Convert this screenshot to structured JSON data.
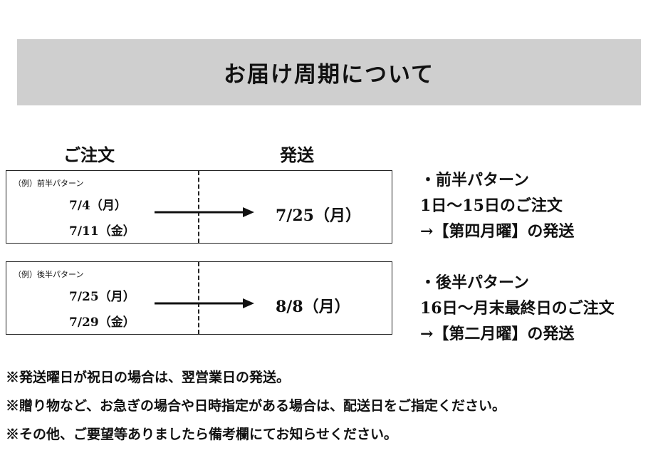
{
  "title": "お届け周期について",
  "columns": {
    "order_label": "ご注文",
    "ship_label": "発送"
  },
  "patterns": [
    {
      "tag": "（例）前半パターン",
      "order_dates": [
        "7/4（月）",
        "7/11（金）"
      ],
      "ship_date": "7/25（月）",
      "description": [
        "・前半パターン",
        "1日～15日のご注文",
        "→【第四月曜】の発送"
      ]
    },
    {
      "tag": "（例）後半パターン",
      "order_dates": [
        "7/25（月）",
        "7/29（金）"
      ],
      "ship_date": "8/8（月）",
      "description": [
        "・後半パターン",
        "16日～月末最終日のご注文",
        "→【第二月曜】の発送"
      ]
    }
  ],
  "notes": [
    "※発送曜日が祝日の場合は、翌営業日の発送。",
    "※贈り物など、お急ぎの場合や日時指定がある場合は、配送日をご指定ください。",
    "※その他、ご要望等ありましたら備考欄にてお知らせください。"
  ],
  "colors": {
    "title_band": "#cfcfcf",
    "text": "#111111",
    "border": "#222222"
  },
  "icons": {
    "arrow": "arrow-right-icon"
  }
}
